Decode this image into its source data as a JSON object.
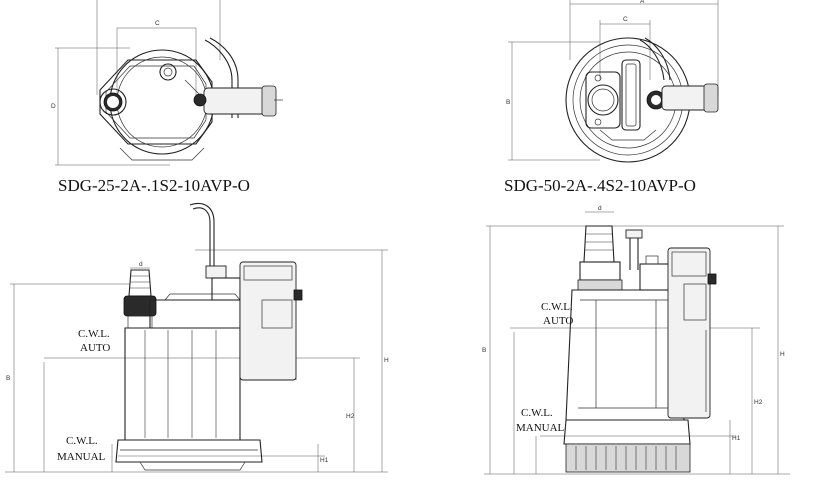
{
  "models": {
    "small": {
      "title": "SDG-25-2A-.1S2-10AVP-O",
      "cwl_auto": [
        "C.W.L.",
        "AUTO"
      ],
      "cwl_manual": [
        "C.W.L.",
        "MANUAL"
      ],
      "dims": {
        "top_c": "C",
        "top_d": "D",
        "side_d": "d",
        "side_b": "B",
        "side_h": "H",
        "side_h2": "H2",
        "side_h1": "H1"
      }
    },
    "large": {
      "title": "SDG-50-2A-.4S2-10AVP-O",
      "cwl_auto": [
        "C.W.L.",
        "AUTO"
      ],
      "cwl_manual": [
        "C.W.L.",
        "MANUAL"
      ],
      "dims": {
        "top_a": "A",
        "top_c": "C",
        "top_b": "B",
        "side_d": "d",
        "side_b": "B",
        "side_h": "H",
        "side_h2": "H2",
        "side_h1": "H1"
      }
    }
  }
}
